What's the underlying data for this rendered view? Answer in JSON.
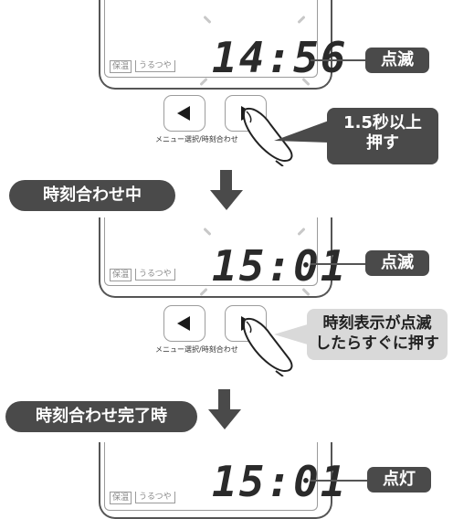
{
  "panels": [
    {
      "hoon": "保温",
      "uruo": "うるつや",
      "time": "14:56",
      "status": "点滅"
    },
    {
      "hoon": "保温",
      "uruo": "うるつや",
      "time": "15:01",
      "status": "点滅"
    },
    {
      "hoon": "保温",
      "uruo": "うるつや",
      "time": "15:01",
      "status": "点灯"
    }
  ],
  "buttons": {
    "caption": "メニュー選択/時刻合わせ",
    "prev_icon": "left-triangle-icon",
    "next_icon": "right-triangle-icon"
  },
  "callouts": {
    "first": [
      "1.5秒以上",
      "押す"
    ],
    "second": [
      "時刻表示が点滅",
      "したらすぐに押す"
    ]
  },
  "steps": {
    "first": "時刻合わせ中",
    "second": "時刻合わせ完了時"
  },
  "colors": {
    "label_bg": "#4a4a4a",
    "callout_light_bg": "#d9d9d9",
    "arrow": "#4a4a4a"
  }
}
